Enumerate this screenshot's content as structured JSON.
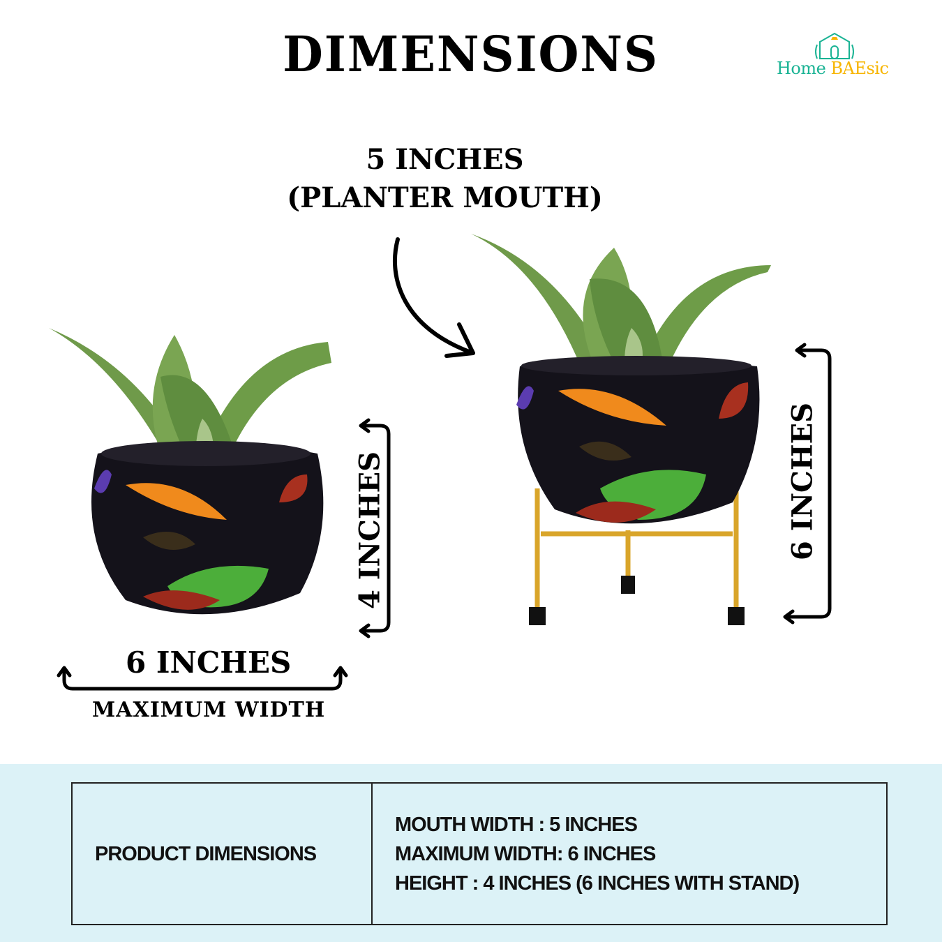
{
  "title": "DIMENSIONS",
  "brand": {
    "name_part1": "Home ",
    "name_part2": "BAEsic",
    "primary_color": "#1ab394",
    "accent_color": "#f7b500"
  },
  "labels": {
    "mouth_line1": "5 INCHES",
    "mouth_line2": "(PLANTER MOUTH)",
    "width_value": "6 INCHES",
    "width_caption": "MAXIMUM WIDTH",
    "height_pot": "4 INCHES",
    "height_stand": "6 INCHES"
  },
  "table": {
    "header": "PRODUCT DIMENSIONS",
    "rows": [
      "MOUTH WIDTH : 5 INCHES",
      "MAXIMUM WIDTH: 6 INCHES",
      "HEIGHT : 4 INCHES  (6 INCHES WITH STAND)"
    ]
  },
  "colors": {
    "panel_bg": "#dcf2f7",
    "pot": "#14121a",
    "stand": "#d9a52a"
  }
}
